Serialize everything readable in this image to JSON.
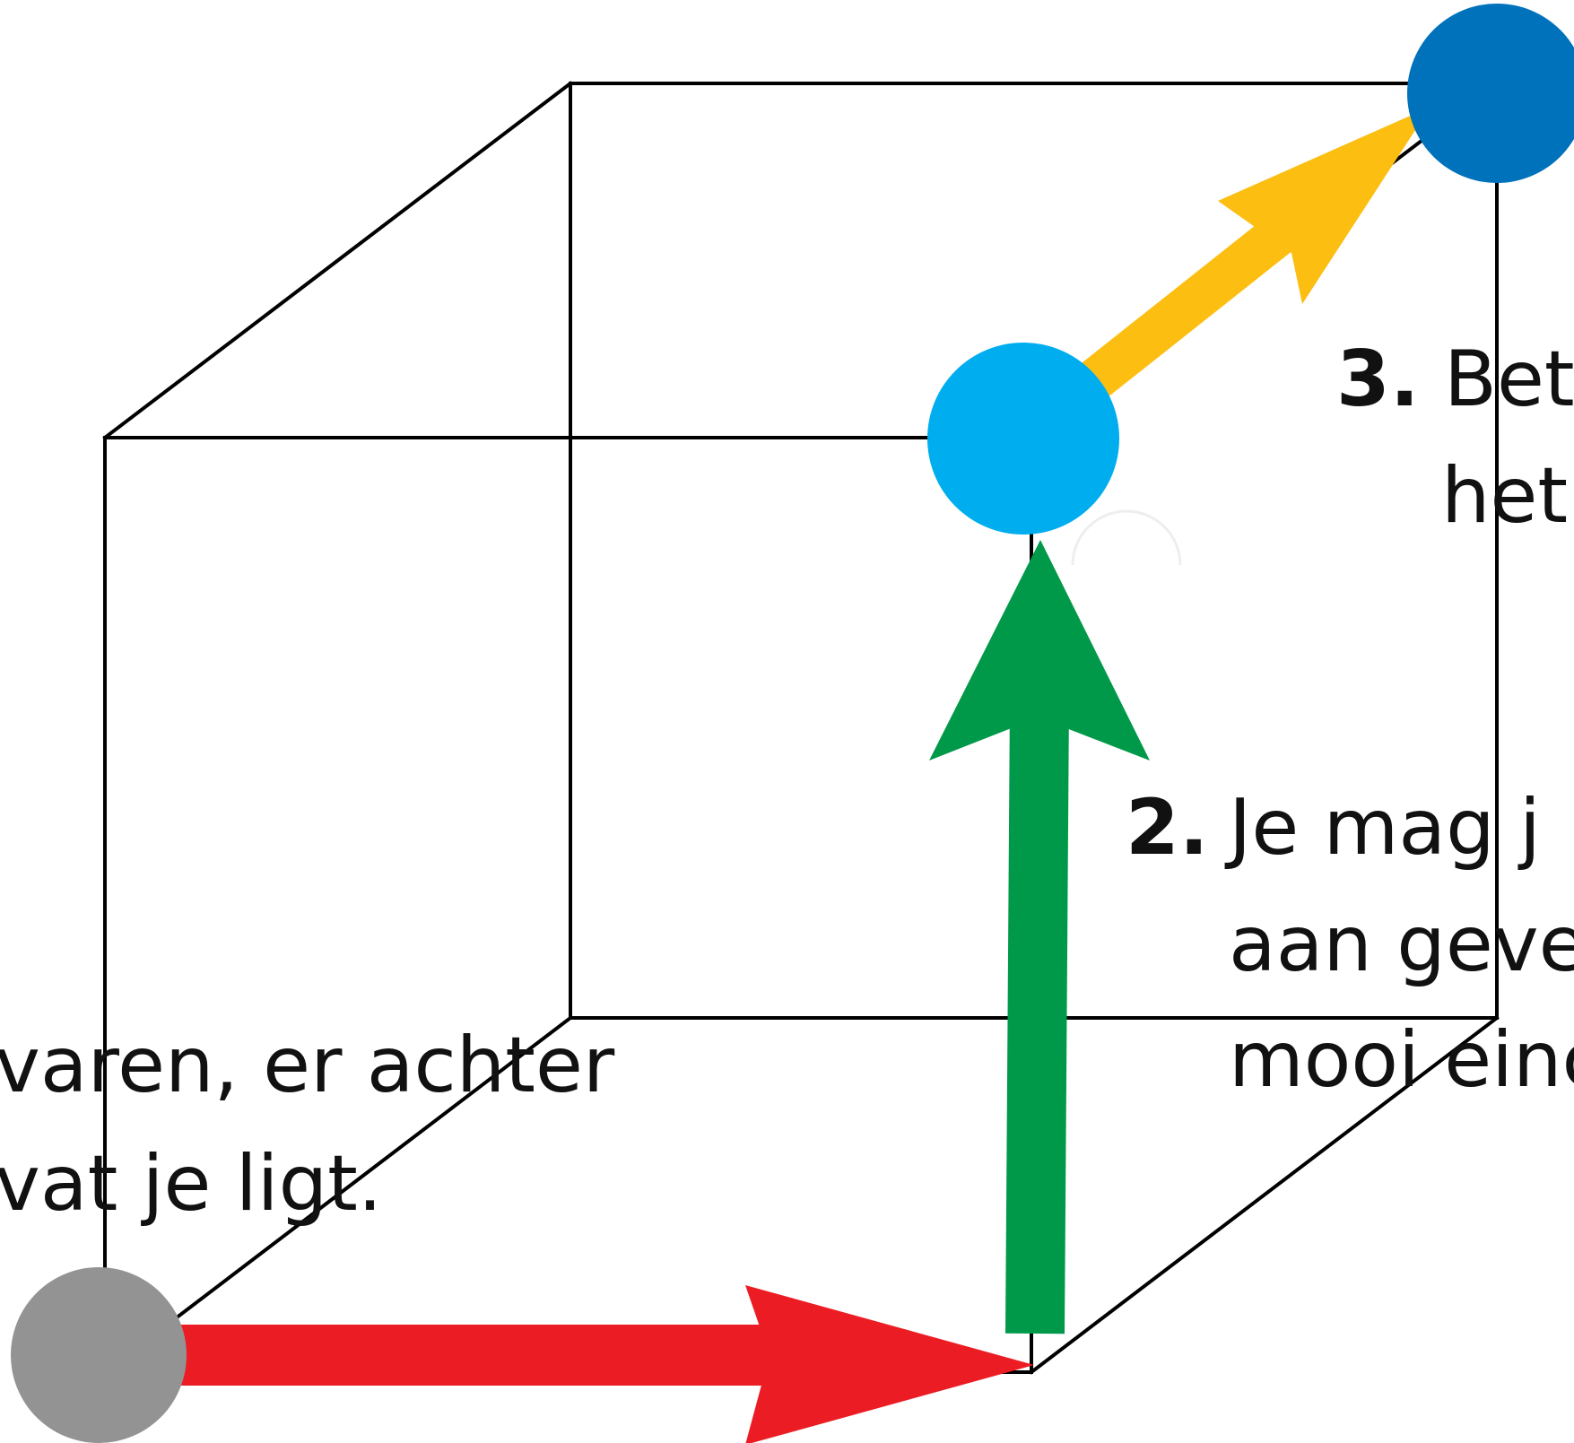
{
  "colors": {
    "edge": "#000000",
    "arrow_1": "#ec1c24",
    "arrow_2": "#00994a",
    "arrow_3": "#fcbe11",
    "node_start": "#939393",
    "node_middle": "#00adee",
    "node_end": "#0072bb"
  },
  "text": {
    "step_1": {
      "line_1": "varen, er achter",
      "line_2": "vat je ligt."
    },
    "step_2": {
      "number": "2.",
      "line_1": "Je mag j",
      "line_2": "aan geve",
      "line_3": "mooi einc"
    },
    "step_3": {
      "number": "3.",
      "line_1": "Bet",
      "line_2": "het"
    }
  }
}
